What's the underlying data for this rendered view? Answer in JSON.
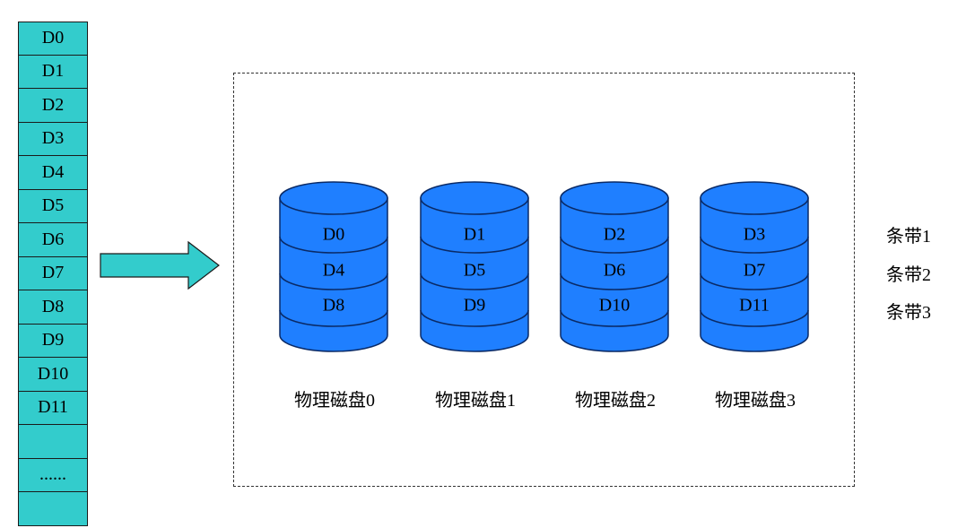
{
  "data_blocks": [
    "D0",
    "D1",
    "D2",
    "D3",
    "D4",
    "D5",
    "D6",
    "D7",
    "D8",
    "D9",
    "D10",
    "D11",
    "",
    "......",
    ""
  ],
  "disks": [
    {
      "caption": "物理磁盘0",
      "blocks": [
        "D0",
        "D4",
        "D8"
      ]
    },
    {
      "caption": "物理磁盘1",
      "blocks": [
        "D1",
        "D5",
        "D9"
      ]
    },
    {
      "caption": "物理磁盘2",
      "blocks": [
        "D2",
        "D6",
        "D10"
      ]
    },
    {
      "caption": "物理磁盘3",
      "blocks": [
        "D3",
        "D7",
        "D11"
      ]
    }
  ],
  "stripes": [
    "条带1",
    "条带2",
    "条带3"
  ],
  "colors": {
    "stack_fill": "#33cccc",
    "arrow_fill": "#33cccc",
    "disk_fill": "#1f7fff",
    "disk_stroke": "#0a2a66"
  }
}
